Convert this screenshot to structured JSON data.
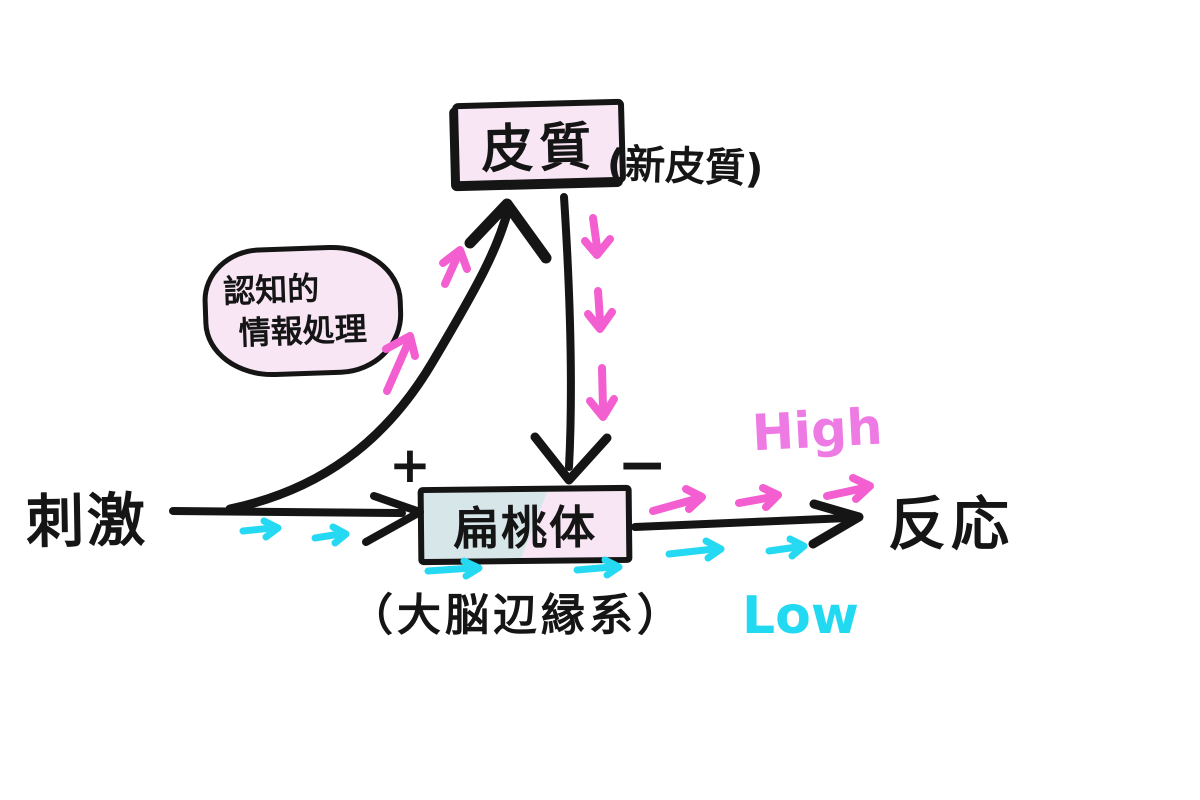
{
  "nodes": {
    "cortex": {
      "label": "皮質",
      "annotation": "(新皮質)"
    },
    "cognitive": {
      "line1": "認知的",
      "line2": "情報処理"
    },
    "stimulus": {
      "label": "刺激"
    },
    "amygdala": {
      "label": "扁桃体",
      "annotation": "（大脳辺縁系）"
    },
    "response": {
      "label": "反応"
    }
  },
  "annotations": {
    "plus": "+",
    "minus": "−",
    "high_route": "High",
    "low_route": "Low"
  },
  "colors": {
    "ink": "#151515",
    "pink_arrow": "#f35fd0",
    "cyan_arrow": "#25d9f2",
    "high_text": "#ee7be4",
    "low_text": "#22d9f2",
    "box_fill_pink": "#f8e6f5",
    "box_fill_blue": "#d7e7e9"
  }
}
